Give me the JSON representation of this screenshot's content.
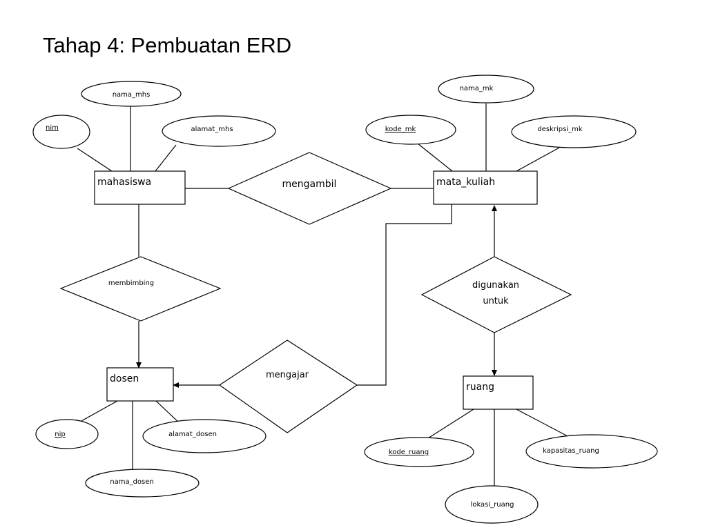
{
  "title": "Tahap 4: Pembuatan ERD",
  "entities": {
    "mahasiswa": "mahasiswa",
    "mata_kuliah": "mata_kuliah",
    "dosen": "dosen",
    "ruang": "ruang"
  },
  "relationships": {
    "mengambil": "mengambil",
    "membimbing": "membimbing",
    "mengajar": "mengajar",
    "digunakan_line1": "digunakan",
    "digunakan_line2": "untuk"
  },
  "attributes": {
    "nama_mhs": "nama_mhs",
    "nim": "nim",
    "alamat_mhs": "alamat_mhs",
    "nama_mk": "nama_mk",
    "kode_mk": "kode_mk",
    "deskripsi_mk": "deskripsi_mk",
    "nip": "nip",
    "alamat_dosen": "alamat_dosen",
    "nama_dosen": "nama_dosen",
    "kode_ruang": "kode_ruang",
    "kapasitas_ruang": "kapasitas_ruang",
    "lokasi_ruang": "lokasi_ruang"
  }
}
